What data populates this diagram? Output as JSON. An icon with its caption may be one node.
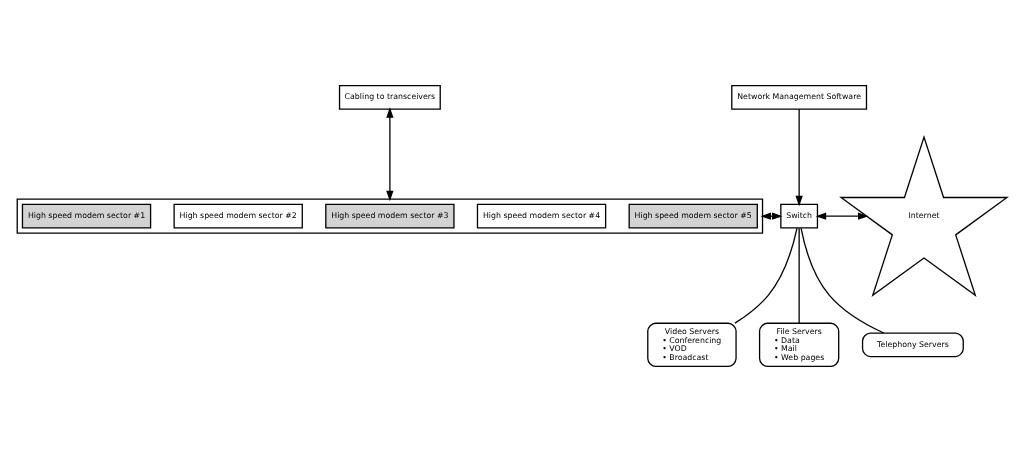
{
  "diagram": {
    "nodes": [
      {
        "text": [
          "Cabling to transceivers"
        ]
      },
      {
        "text": [],
        "shape": "box"
      },
      {
        "text": [
          "High speed modem sector #1"
        ],
        "in": 1
      },
      {
        "text": [
          "High speed modem sector #2"
        ],
        "in": 1
      },
      {
        "text": [
          "High speed modem sector #3"
        ],
        "in": 1
      },
      {
        "text": [
          "High speed modem sector #4"
        ],
        "in": 1
      },
      {
        "text": [
          "High speed modem sector #5"
        ],
        "in": 1
      },
      {
        "text": [
          "Network Management Software"
        ]
      },
      {
        "text": [
          "Switch"
        ]
      },
      {
        "text": [
          "Internet"
        ]
      },
      {
        "text": [
          "Video Servers",
          "• Conferencing",
          "• VOD",
          "• Broadcast"
        ]
      },
      {
        "text": [
          "File Servers",
          "• Data",
          "• Mail",
          "• Web pages"
        ]
      },
      {
        "text": [
          "Telephony Servers"
        ]
      }
    ],
    "edges": [
      {
        "from": 0,
        "to": 1,
        "arrow": "both"
      },
      {
        "from": 1,
        "to": 8,
        "arrow": "both"
      },
      {
        "from": 7,
        "to": 8,
        "arrow": "to"
      },
      {
        "from": 8,
        "to": 9,
        "arrow": "both"
      },
      {
        "from": 8,
        "to": 10,
        "arrow": "none"
      },
      {
        "from": 8,
        "to": 11,
        "arrow": "none"
      },
      {
        "from": 8,
        "to": 12,
        "arrow": "none"
      }
    ]
  }
}
